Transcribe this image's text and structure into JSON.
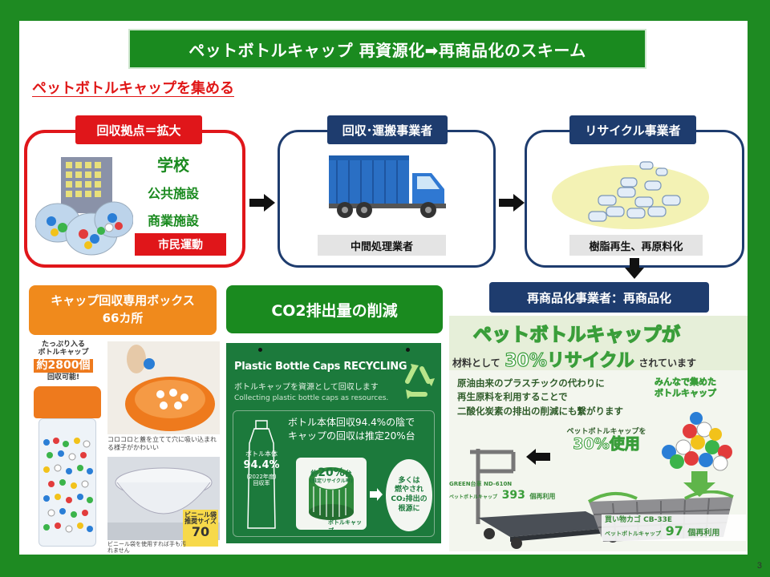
{
  "title": "ペットボトルキャップ 再資源化➡再商品化のスキーム",
  "section_heading": "ペットボトルキャップを集める",
  "flow": {
    "box1": {
      "tag": "回収拠点＝拡大",
      "items": [
        "学校",
        "公共施設",
        "商業施設"
      ],
      "badge": "市民運動"
    },
    "box2": {
      "tag": "回収･運搬事業者",
      "sub": "中間処理業者"
    },
    "box3": {
      "tag": "リサイクル事業者",
      "sub": "樹脂再生、再原料化"
    }
  },
  "collection_box": {
    "line1": "キャップ回収専用ボックス",
    "line2": "66カ所"
  },
  "co2_label": "CO2排出量の削減",
  "remarketing_tag": "再商品化事業者：再商品化",
  "photo_left": {
    "badge_line1": "たっぷり入る",
    "badge_line2": "ボトルキャップ",
    "badge_count": "約2800個",
    "badge_line3": "回収可能!",
    "caption1": "コロコロと蓋を立てて穴に吸い込まれる様子がかわいい",
    "caption2": "ビニール袋を使用すれば手も汚れません",
    "bag_label1": "ビニール袋",
    "bag_label2": "推奨サイズ",
    "bag_size": "70"
  },
  "recycle_panel": {
    "heading": "Plastic Bottle Caps RECYCLING",
    "sub_jp": "ボトルキャップを資源として回収します",
    "sub_en": "Collecting plastic bottle caps as resources.",
    "msg_line1": "ボトル本体回収94.4%の陰で",
    "msg_line2": "キャップの回収は推定20%台",
    "bottle_line1": "ボトル本体",
    "bottle_value": "94.4%",
    "bottle_line2": "(2022年度)",
    "bottle_line3": "回収率",
    "cap_prefix": "約",
    "cap_value": "20%",
    "cap_suffix": "台",
    "cap_note": "(推定リサイクル率)",
    "cap_label": "ボトルキャップ",
    "burn_line1": "多くは",
    "burn_line2": "燃やされ",
    "burn_line3": "CO₂排出の",
    "burn_line4": "根源に"
  },
  "product_panel": {
    "headline": "ペットボトルキャップが",
    "sub_prefix": "材料として",
    "sub_percent": "30%リサイクル",
    "sub_suffix": "されています",
    "desc1": "原油由来のプラスチックの代わりに",
    "desc2": "再生原料を利用することで",
    "desc3": "二酸化炭素の排出の削減にも繋がります",
    "bubble1": "みんなで集めた",
    "bubble2": "ボトルキャップ",
    "usage_line": "ペットボトルキャップを",
    "usage_pct": "30%使用",
    "cart_model": "GREEN台車 ND-610N",
    "cart_label": "ペットボトルキャップ",
    "cart_count": "393",
    "cart_unit": "個再利用",
    "basket_model": "買い物カゴ CB-33E",
    "basket_label": "ペットボトルキャップ",
    "basket_count": "97",
    "basket_unit": "個再利用"
  },
  "page_number": "3"
}
